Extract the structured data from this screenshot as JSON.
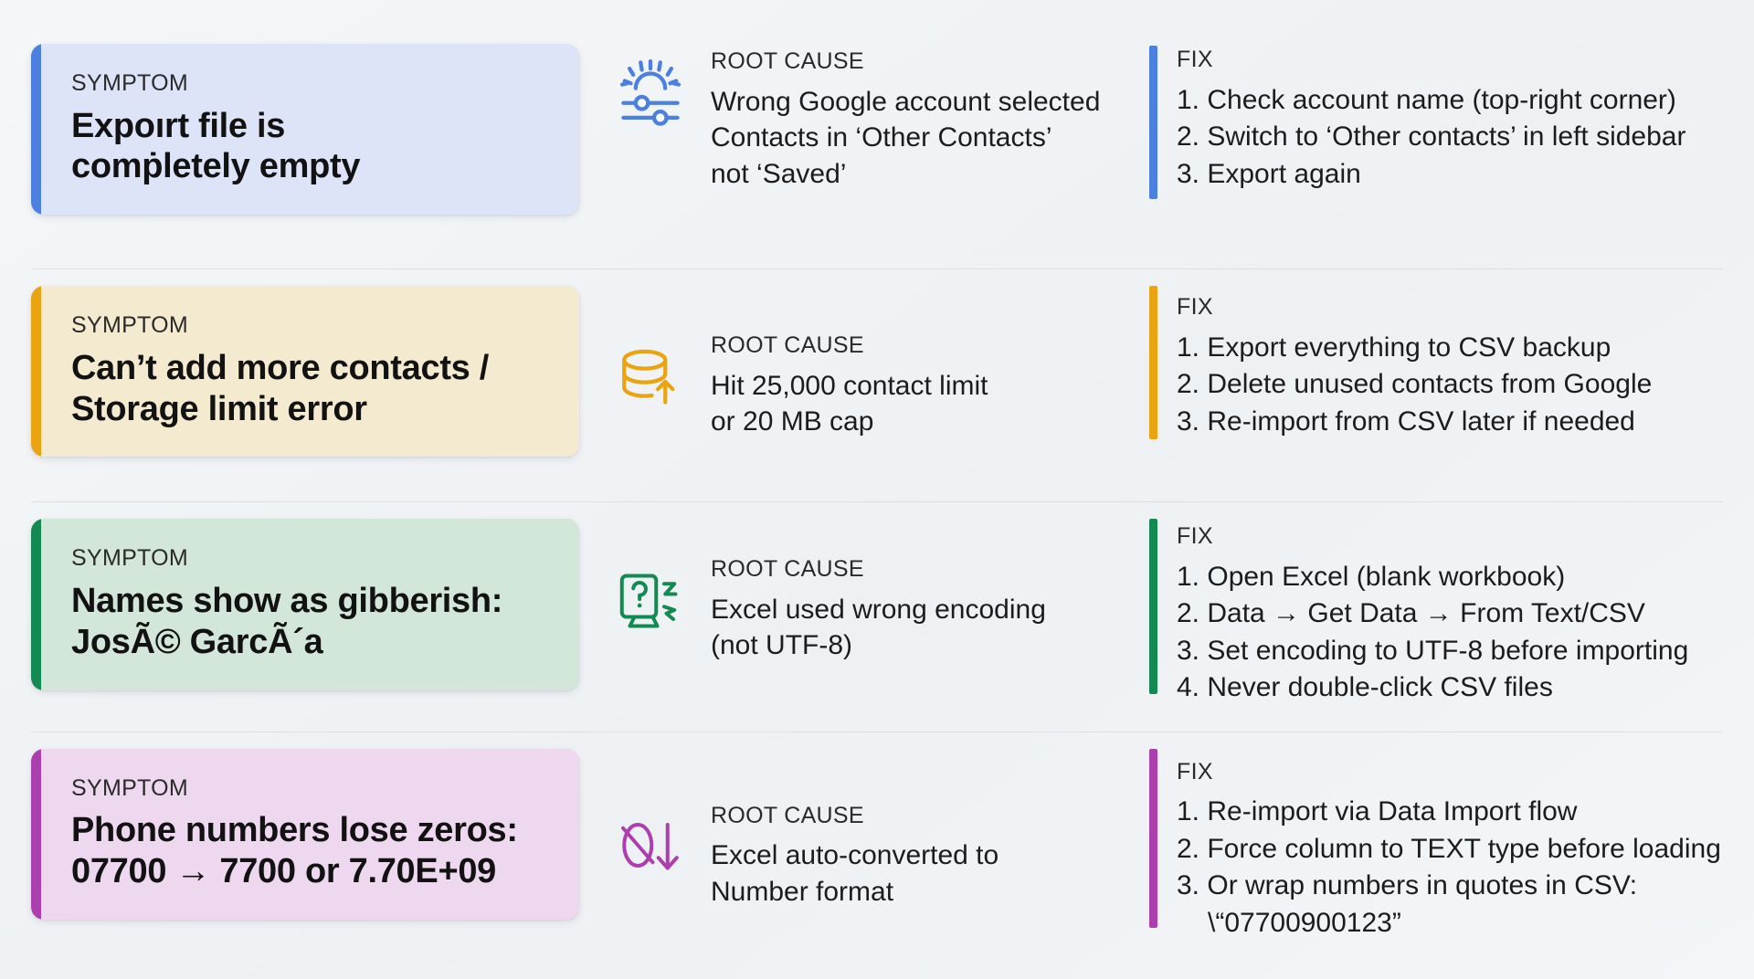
{
  "labels": {
    "symptom": "SYMPTOM",
    "root_cause": "ROOT CAUSE",
    "fix": "FIX"
  },
  "colors": {
    "blue": "#4b7fe0",
    "blue_bg": "#dde4f7",
    "amber": "#e9a410",
    "amber_bg": "#f4ead0",
    "green": "#138a52",
    "green_bg": "#d3e6da",
    "purple": "#ac3fad",
    "purple_bg": "#eed8ef",
    "page_bg": "#f2f4f6"
  },
  "rows": [
    {
      "accent": "blue",
      "icon": "settings-sliders-icon",
      "symptom_lines": [
        "Expoırt file is",
        "comṗletely empty"
      ],
      "cause_lines": [
        "Wrong Google account selected",
        "Contacts in ‘Other Contacts’",
        "not ‘Saved’"
      ],
      "fix_items": [
        "1. Check account name (top-right corner)",
        "2. Switch to ‘Other contacts’ in left sidebar",
        "3. Export again"
      ]
    },
    {
      "accent": "amber",
      "icon": "database-upload-icon",
      "symptom_lines": [
        "Can’t add more contacts /",
        "Storage limit error"
      ],
      "cause_lines": [
        "Hit 25,000 contact limit",
        "or 20 MB cap"
      ],
      "fix_items": [
        "1. Export everything to CSV backup",
        "2. Delete unused contacts from Google",
        "3. Re-import from CSV later if needed"
      ]
    },
    {
      "accent": "green",
      "icon": "unknown-character-icon",
      "symptom_lines": [
        "Names show as gibberish:",
        "JosÃ© GarcÃ´a"
      ],
      "cause_lines": [
        "Excel used wrong encoding",
        "(not UTF-8)"
      ],
      "fix_items": [
        "1. Open Excel (blank workbook)",
        "2. Data → Get Data → From Text/CSV",
        "3. Set encoding to UTF-8 before importing",
        "4. Never double-click CSV files"
      ]
    },
    {
      "accent": "purple",
      "icon": "zero-dropped-down-arrow-icon",
      "symptom_lines": [
        "Phone numbers lose zeros:",
        "07700 → 7700 or 7.70E+09"
      ],
      "cause_lines": [
        "Excel auto-converted to",
        "Number format"
      ],
      "fix_items": [
        "1. Re-import via Data Import flow",
        "2. Force column to TEXT type before loading",
        "3. Or wrap numbers in quotes in CSV:"
      ],
      "fix_continuation": "\\“07700900123”"
    }
  ]
}
